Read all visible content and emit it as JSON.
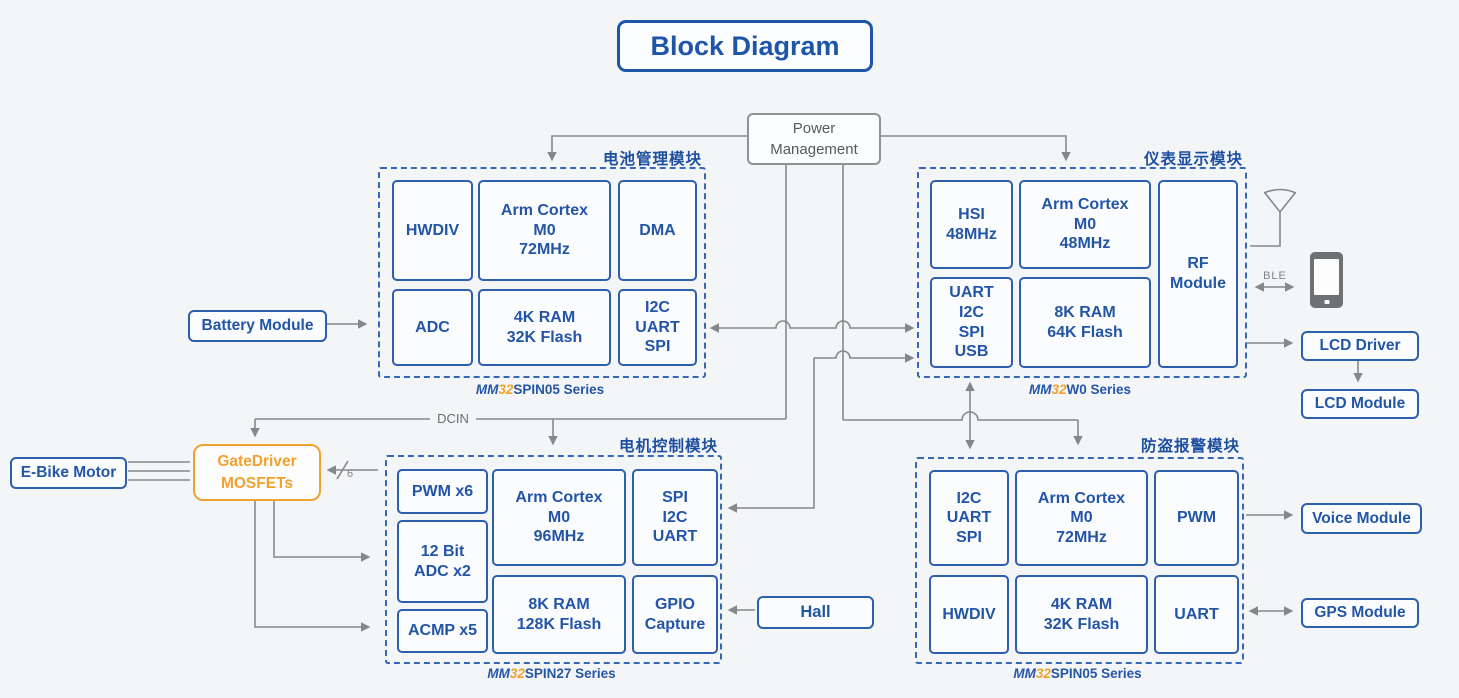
{
  "title": "Block Diagram",
  "power_management": "Power\nManagement",
  "labels": {
    "dcin": "DCIN",
    "phase_count": "6",
    "ble": "BLE"
  },
  "colors": {
    "blue_text": "#2355a7",
    "blue_border": "#2d5fae",
    "dashed_border": "#3566bb",
    "orange": "#f0a22f",
    "line_gray": "#85888b",
    "background": "#f4f5f6"
  },
  "icons": {
    "antenna": "antenna-icon",
    "phone": "smartphone-icon"
  },
  "modules": {
    "battery": {
      "cn_label": "电池管理模块",
      "series": {
        "mm": "MM",
        "num": "32",
        "rest": "SPIN05 Series"
      },
      "cells": {
        "hwdiv": "HWDIV",
        "cortex": "Arm Cortex\nM0\n72MHz",
        "dma": "DMA",
        "adc": "ADC",
        "ram": "4K RAM\n32K Flash",
        "periph": "I2C\nUART\nSPI"
      }
    },
    "display": {
      "cn_label": "仪表显示模块",
      "series": {
        "mm": "MM",
        "num": "32",
        "rest": "W0 Series"
      },
      "cells": {
        "hsi": "HSI\n48MHz",
        "cortex": "Arm Cortex\nM0\n48MHz",
        "rf": "RF\nModule",
        "periph": "UART\nI2C\nSPI\nUSB",
        "ram": "8K RAM\n64K Flash"
      }
    },
    "motor": {
      "cn_label": "电机控制模块",
      "series": {
        "mm": "MM",
        "num": "32",
        "rest": "SPIN27 Series"
      },
      "cells": {
        "pwm": "PWM x6",
        "adc": "12 Bit\nADC x2",
        "acmp": "ACMP x5",
        "cortex": "Arm Cortex\nM0\n96MHz",
        "periph": "SPI\nI2C\nUART",
        "ram": "8K RAM\n128K Flash",
        "gpio": "GPIO\nCapture"
      }
    },
    "alarm": {
      "cn_label": "防盗报警模块",
      "series": {
        "mm": "MM",
        "num": "32",
        "rest": "SPIN05 Series"
      },
      "cells": {
        "periph": "I2C\nUART\nSPI",
        "cortex": "Arm Cortex\nM0\n72MHz",
        "pwm": "PWM",
        "hwdiv": "HWDIV",
        "ram": "4K RAM\n32K Flash",
        "uart": "UART"
      }
    }
  },
  "external": {
    "battery_module": "Battery Module",
    "ebike_motor": "E-Bike Motor",
    "gatedriver": "GateDriver\nMOSFETs",
    "hall": "Hall",
    "lcd_driver": "LCD Driver",
    "lcd_module": "LCD Module",
    "voice_module": "Voice Module",
    "gps_module": "GPS Module"
  }
}
